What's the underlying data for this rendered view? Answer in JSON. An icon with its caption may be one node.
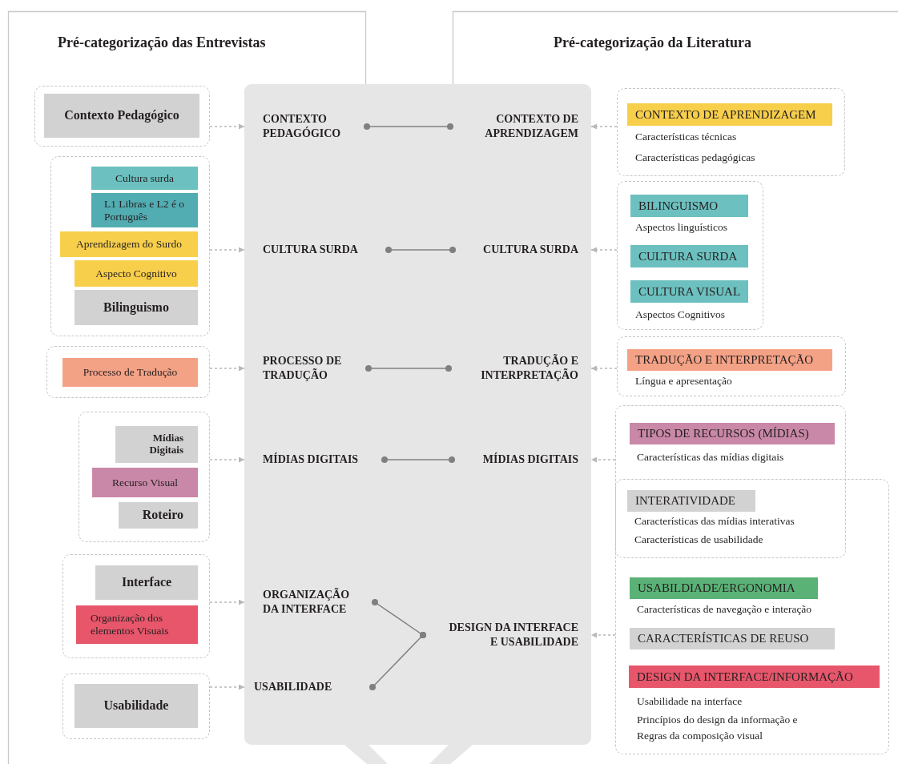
{
  "diagram": {
    "nodes": [
      {
        "text": [],
        "shape": "box"
      },
      {
        "text": [
          "Contexto Pedagógico"
        ],
        "in": 0
      },
      {
        "text": [],
        "shape": "box"
      },
      {
        "text": [
          "Cultura surda"
        ],
        "in": 2
      },
      {
        "text": [
          "L1 Libras e L2 é o Português"
        ],
        "in": 2
      },
      {
        "text": [
          "Aprendizagem do Surdo"
        ],
        "in": 2
      },
      {
        "text": [
          "Aspecto Cognitivo"
        ],
        "in": 2
      },
      {
        "text": [
          "Bilinguismo"
        ],
        "in": 2
      },
      {
        "text": [],
        "shape": "box"
      },
      {
        "text": [
          "Processo de Tradução"
        ],
        "in": 8
      },
      {
        "text": [],
        "shape": "box"
      },
      {
        "text": [
          "Mídias Digitais"
        ],
        "in": 10
      },
      {
        "text": [
          "Recurso Visual"
        ],
        "in": 10
      },
      {
        "text": [
          "Roteiro"
        ],
        "in": 10
      },
      {
        "text": [],
        "shape": "box"
      },
      {
        "text": [
          "Interface"
        ],
        "in": 14
      },
      {
        "text": [
          "Organização dos elementos Visuais"
        ],
        "in": 14
      },
      {
        "text": [],
        "shape": "box"
      },
      {
        "text": [
          "Usabilidade"
        ],
        "in": 17
      },
      {
        "text": [],
        "shape": "box"
      },
      {
        "text": [
          "CONTEXTO PEDAGÓGICO"
        ],
        "in": 19
      },
      {
        "text": [
          "CONTEXTO DE APRENDIZAGEM"
        ],
        "in": 19
      },
      {
        "text": [
          "CULTURA SURDA"
        ],
        "in": 19
      },
      {
        "text": [
          "CULTURA SURDA"
        ],
        "in": 19
      },
      {
        "text": [
          "PROCESSO DE TRADUÇÃO"
        ],
        "in": 19
      },
      {
        "text": [
          "TRADUÇÃO E INTERPRETAÇÃO"
        ],
        "in": 19
      },
      {
        "text": [
          "MÍDIAS DIGITAIS"
        ],
        "in": 19
      },
      {
        "text": [
          "MÍDIAS DIGITAIS"
        ],
        "in": 19
      },
      {
        "text": [
          "ORGANIZAÇÃO DA INTERFACE"
        ],
        "in": 19
      },
      {
        "text": [
          "DESIGN DA INTERFACE E USABILIDADE"
        ],
        "in": 19
      },
      {
        "text": [
          "USABILIDADE"
        ],
        "in": 19
      },
      {
        "text": [],
        "shape": "box"
      },
      {
        "text": [
          "CONTEXTO DE APRENDIZAGEM"
        ],
        "in": 31,
        "beside": [
          "Características técnicas",
          "Características pedagógicas"
        ]
      },
      {
        "text": [],
        "shape": "box"
      },
      {
        "text": [
          "BILINGUISMO"
        ],
        "in": 33,
        "beside": [
          "Aspectos linguísticos"
        ]
      },
      {
        "text": [
          "CULTURA SURDA"
        ],
        "in": 33
      },
      {
        "text": [
          "CULTURA VISUAL"
        ],
        "in": 33,
        "beside": [
          "Aspectos Cognitivos"
        ]
      },
      {
        "text": [],
        "shape": "box"
      },
      {
        "text": [
          "TRADUÇÃO E INTERPRETAÇÃO"
        ],
        "in": 37,
        "beside": [
          "Língua e apresentação"
        ]
      },
      {
        "text": [],
        "shape": "box"
      },
      {
        "text": [
          "TIPOS DE RECURSOS (MÍDIAS)"
        ],
        "in": 39,
        "beside": [
          "Características das mídias digitais"
        ]
      },
      {
        "text": [],
        "shape": "box"
      },
      {
        "text": [
          "INTERATIVIDADE"
        ],
        "beside": [
          "Características das mídias interativas",
          "Características de usabilidade"
        ]
      },
      {
        "text": [
          "USABILDIADE/ERGONOMIA"
        ],
        "in": 41,
        "beside": [
          "Características de navegação e interação"
        ]
      },
      {
        "text": [
          "CARACTERÍSTICAS DE REUSO"
        ],
        "in": 41
      },
      {
        "text": [
          "DESIGN DA INTERFACE/INFORMAÇÃO"
        ],
        "in": 41,
        "beside": [
          "Usabilidade na interface",
          "Princípios do design da informação e Regras da composição visual"
        ]
      }
    ],
    "edges": [
      {
        "from": 0,
        "to": 20,
        "arrow": "to",
        "style": "dashed"
      },
      {
        "from": 2,
        "to": 22,
        "arrow": "to",
        "style": "dashed"
      },
      {
        "from": 8,
        "to": 24,
        "arrow": "to",
        "style": "dashed"
      },
      {
        "from": 10,
        "to": 26,
        "arrow": "to",
        "style": "dashed"
      },
      {
        "from": 14,
        "to": 28,
        "arrow": "to",
        "style": "dashed"
      },
      {
        "from": 17,
        "to": 30,
        "arrow": "to",
        "style": "dashed"
      },
      {
        "from": 20,
        "to": 21,
        "arrow": "other",
        "color": "#808080"
      },
      {
        "from": 22,
        "to": 23,
        "arrow": "other",
        "color": "#808080"
      },
      {
        "from": 24,
        "to": 25,
        "arrow": "other",
        "color": "#808080"
      },
      {
        "from": 26,
        "to": 27,
        "arrow": "other",
        "color": "#808080"
      },
      {
        "from": 28,
        "to": 29,
        "arrow": "other",
        "color": "#808080"
      },
      {
        "from": 30,
        "to": 29,
        "arrow": "other",
        "color": "#808080"
      },
      {
        "from": 31,
        "to": 21,
        "arrow": "to",
        "style": "dashed"
      },
      {
        "from": 33,
        "to": 23,
        "arrow": "to",
        "style": "dashed"
      },
      {
        "from": 37,
        "to": 25,
        "arrow": "to",
        "style": "dashed"
      },
      {
        "from": 39,
        "to": 27,
        "arrow": "to",
        "style": "dashed"
      },
      {
        "from": 41,
        "to": 29,
        "arrow": "to",
        "style": "dashed"
      }
    ],
    "labels": [
      "Pré-categorização das Entrevistas",
      "Pré-categorização da Literatura"
    ]
  }
}
